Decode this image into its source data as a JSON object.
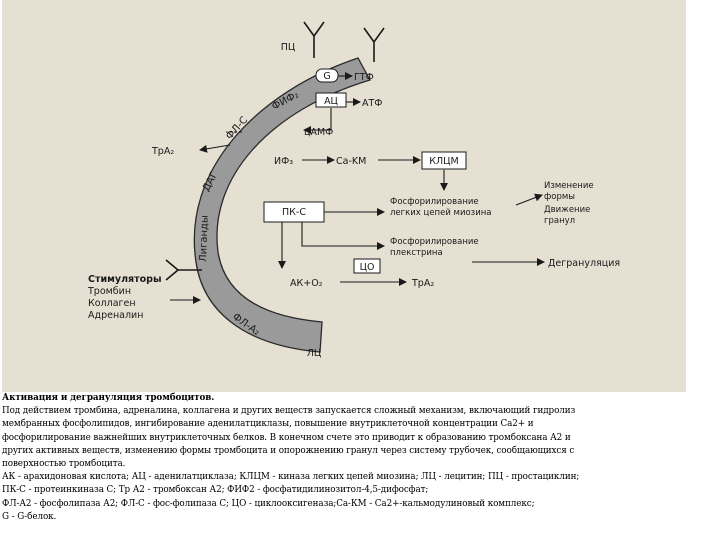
{
  "labels": {
    "pts_top": "ПЦ",
    "g": "G",
    "gtf": "ГТФ",
    "fif2": "ФИФ₂",
    "ac": "АЦ",
    "atf": "АТФ",
    "flc": "ФЛ-С",
    "camp": "цАМФ",
    "tra2_left": "ТрА₂",
    "if3": "ИФ₃",
    "cakm": "Ca-KM",
    "klcm": "КЛЦМ",
    "dag": "ДАГ",
    "change_shape": "Изменение\nформы",
    "movement_granules": "Движение\nгранул",
    "phos_myosin": "Фосфорилирование\nлегких цепей миозина",
    "pkc": "ПК-С",
    "ligand": "Лиганды",
    "phos_pleckstrin": "Фосфорилирование\nплекстрина",
    "co": "ЦО",
    "degranulation": "Дегрануляция",
    "ak_o2": "АК+О₂",
    "tra2_right": "ТрА₂",
    "stimulators_title": "Стимуляторы",
    "thrombin": "Тромбин",
    "collagen": "Коллаген",
    "adrenalin": "Адреналин",
    "fla2": "ФЛ-А₂",
    "lc_bottom": "ЛЦ"
  },
  "caption": [
    "Активация и дегрануляция тромбоцитов.",
    "Под действием тромбина, адреналина, коллагена и других веществ запускается сложный механизм, включающий гидролиз",
    "мембранных фосфолипидов, ингибирование аденилатциклазы, повышение внутриклеточной концентрации Са2+ и",
    "фосфорилирование важнейших внутриклеточных белков. В конечном счете это приводит к образованию тромбоксана А2 и",
    "других активных веществ, изменению формы тромбоцита и опорожнению гранул через систему трубочек, сообщающихся с",
    "поверхностью тромбоцита.",
    "АК - арахидоновая кислота; АЦ - аденилатциклаза; КЛЦМ - киназа легких цепей миозина; ЛЦ - лецитин; ПЦ - простациклин;",
    "ПК-С - протеинкиназа С; Тр А2 - тромбоксан А2; ФИФ2 - фосфатидилинозитол-4,5-дифосфат;",
    "ФЛ-А2 - фосфолипаза А2; ФЛ-С - фос-фолипаза С; ЦО - циклооксигеназа;Са-КМ - Са2+-кальмодулиновый комплекс;",
    "G - G-белок."
  ],
  "colors": {
    "figure_bg": "#e6e0d2",
    "membrane": "#9a9a9a",
    "membrane_edge": "#2a2a2a",
    "node_fill": "#ffffff"
  }
}
